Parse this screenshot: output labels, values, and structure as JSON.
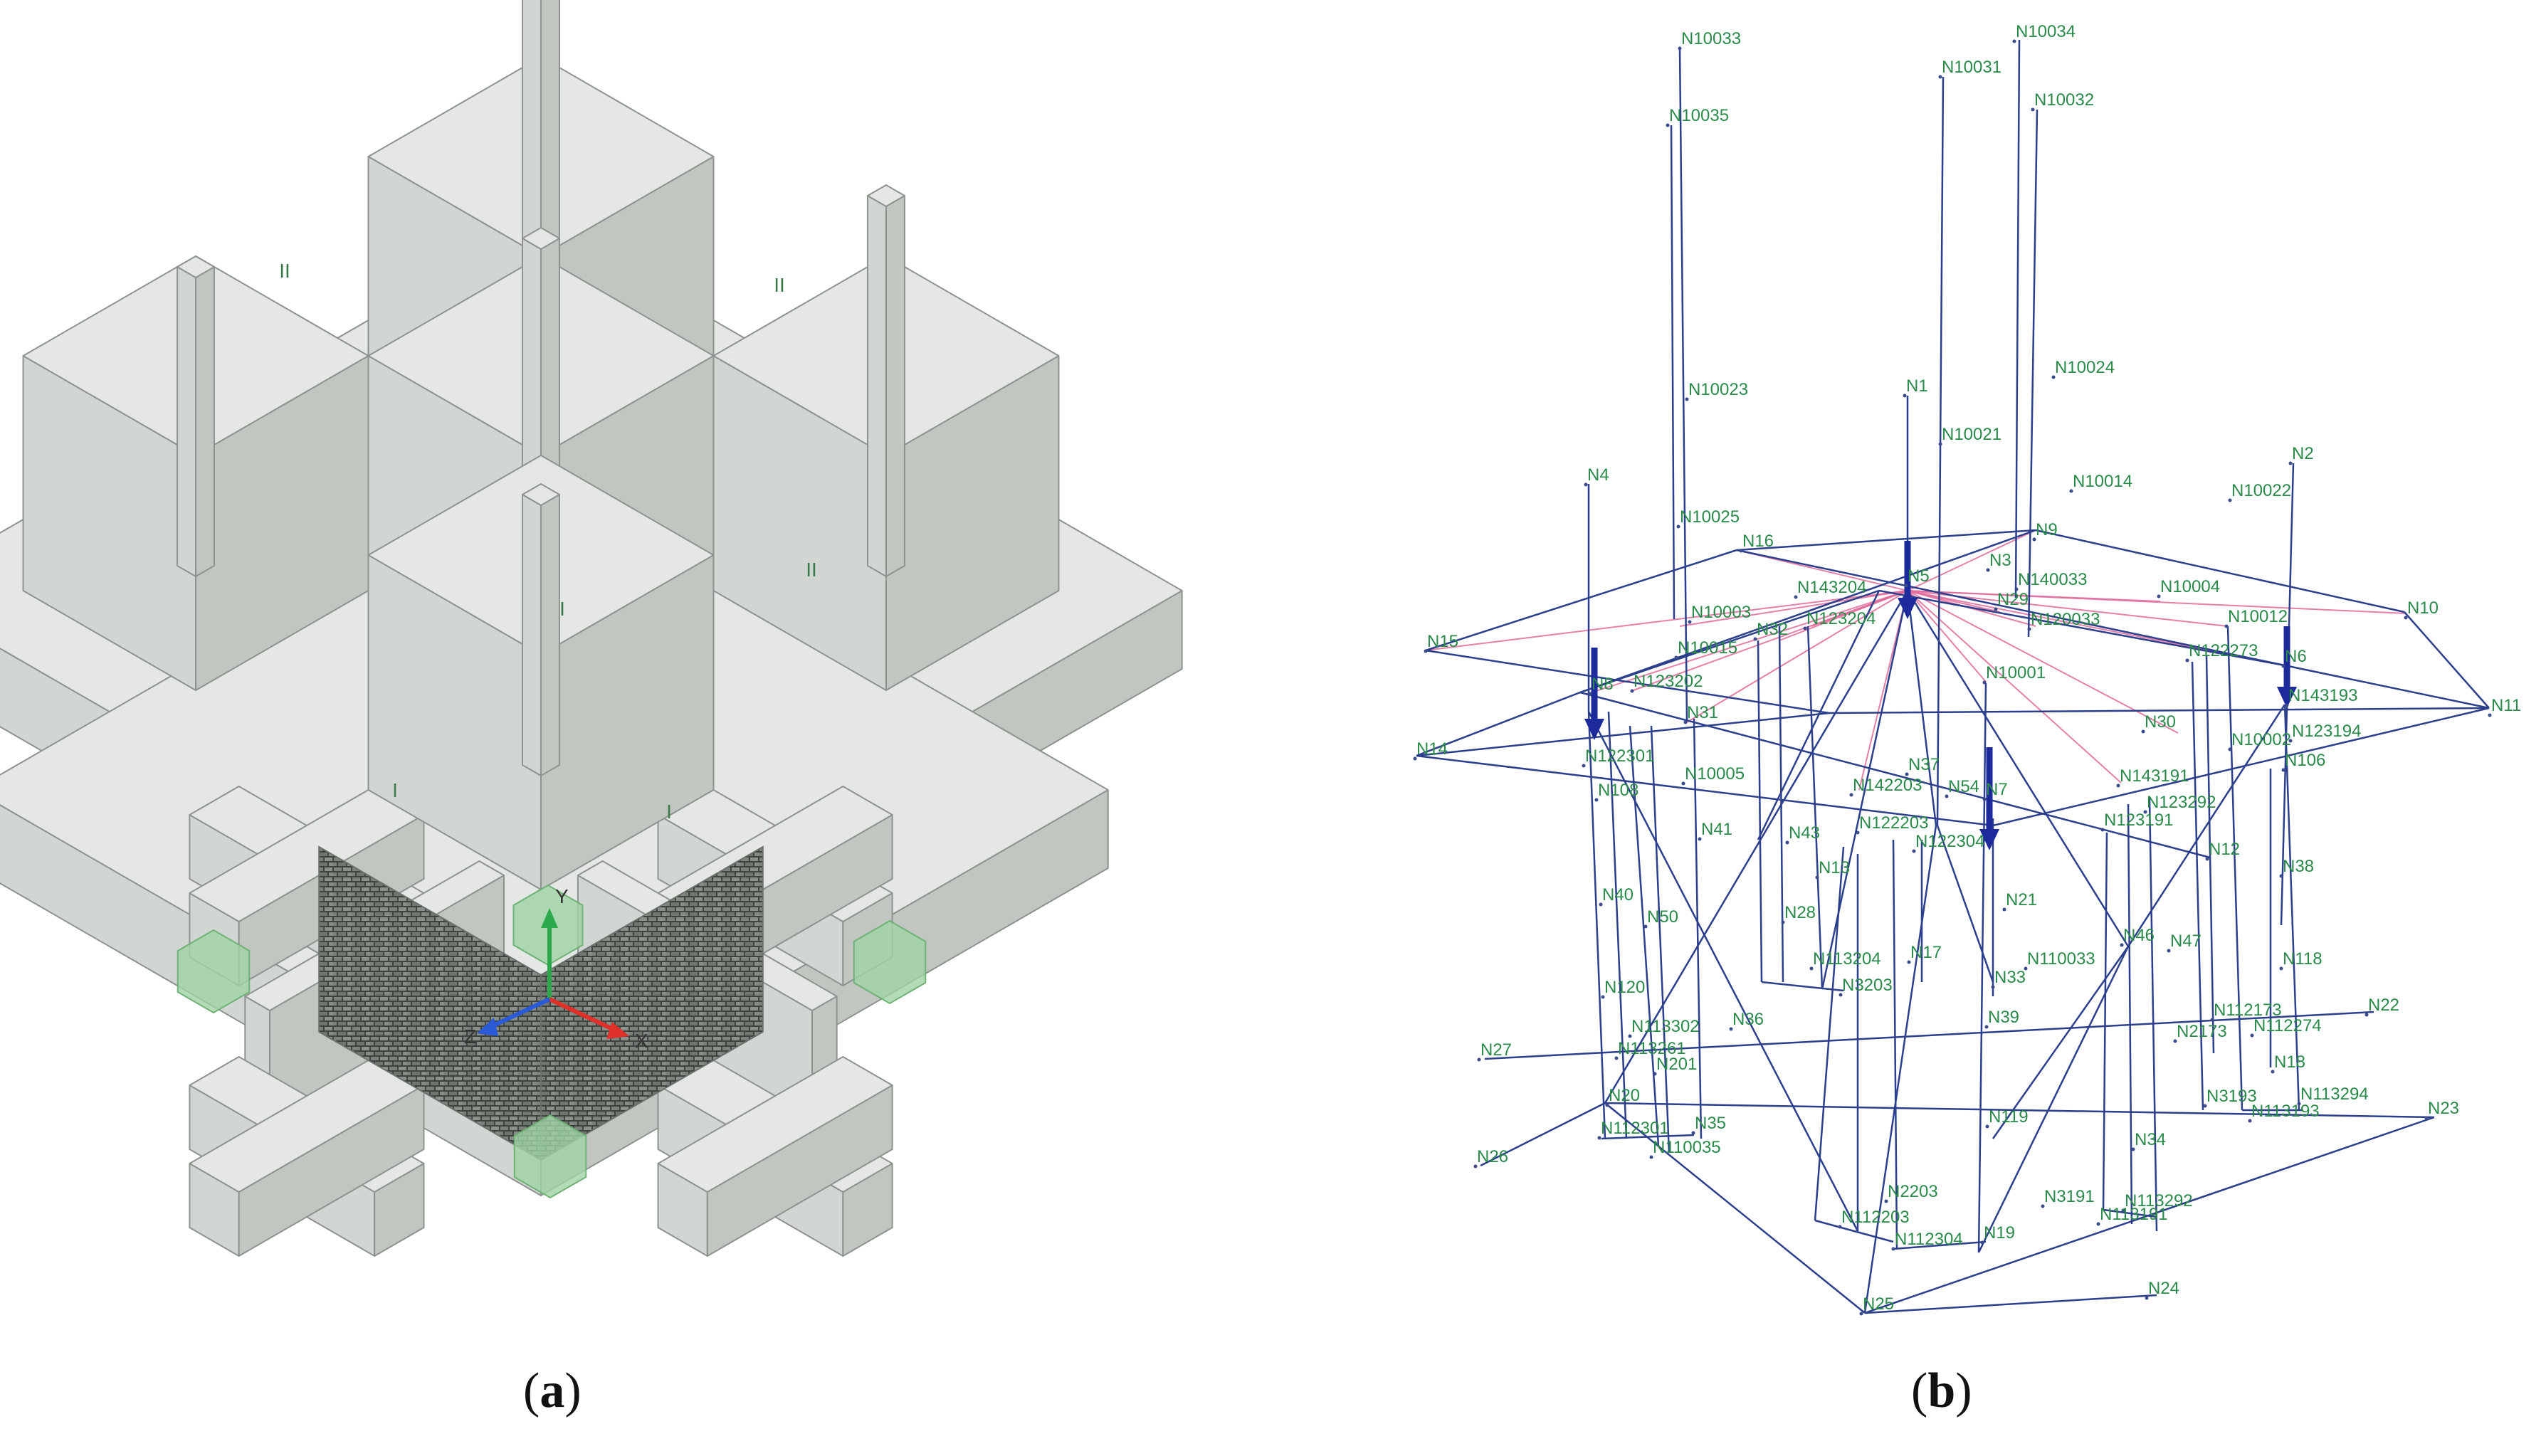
{
  "panels": [
    {
      "id": "a",
      "caption_letter": "a"
    },
    {
      "id": "b",
      "caption_letter": "b"
    }
  ],
  "panel_a": {
    "block_markers": [
      "II",
      "II",
      "II",
      "I",
      "I",
      "I"
    ],
    "axis_labels": {
      "y": "Y",
      "z": "Z",
      "x": "X"
    },
    "colors": {
      "block_face_top": "#e4e7e4",
      "block_face_left": "#d2d6d2",
      "block_face_right": "#c1c6c1",
      "joint": "#9fd3a4",
      "masonry": "#505450",
      "axis_x": "#e0302a",
      "axis_y": "#2aa84a",
      "axis_z": "#2a5ad8"
    }
  },
  "panel_b": {
    "colors": {
      "member": "#2c3f8c",
      "tie": "#e06a9a",
      "label": "#2a8a4a",
      "load": "#1c2a9c"
    },
    "nodes": [
      {
        "label": "N10033"
      },
      {
        "label": "N10034"
      },
      {
        "label": "N10031"
      },
      {
        "label": "N10035"
      },
      {
        "label": "N10032"
      },
      {
        "label": "N10023"
      },
      {
        "label": "N1"
      },
      {
        "label": "N10024"
      },
      {
        "label": "N10021"
      },
      {
        "label": "N4"
      },
      {
        "label": "N2"
      },
      {
        "label": "N10014"
      },
      {
        "label": "N10022"
      },
      {
        "label": "N10025"
      },
      {
        "label": "N16"
      },
      {
        "label": "N9"
      },
      {
        "label": "N3"
      },
      {
        "label": "N143204"
      },
      {
        "label": "N5"
      },
      {
        "label": "N140033"
      },
      {
        "label": "N10004"
      },
      {
        "label": "N10003"
      },
      {
        "label": "N123204"
      },
      {
        "label": "N29"
      },
      {
        "label": "N120033"
      },
      {
        "label": "N10"
      },
      {
        "label": "N10012"
      },
      {
        "label": "N15"
      },
      {
        "label": "N32"
      },
      {
        "label": "N122273"
      },
      {
        "label": "N6"
      },
      {
        "label": "N10015"
      },
      {
        "label": "N10001"
      },
      {
        "label": "N8"
      },
      {
        "label": "N123202"
      },
      {
        "label": "N143193"
      },
      {
        "label": "N11"
      },
      {
        "label": "N31"
      },
      {
        "label": "N30"
      },
      {
        "label": "N123194"
      },
      {
        "label": "N14"
      },
      {
        "label": "N122301"
      },
      {
        "label": "N10002"
      },
      {
        "label": "N106"
      },
      {
        "label": "N37"
      },
      {
        "label": "N10005"
      },
      {
        "label": "N143191"
      },
      {
        "label": "N142203"
      },
      {
        "label": "N7"
      },
      {
        "label": "N54"
      },
      {
        "label": "N108"
      },
      {
        "label": "N123292"
      },
      {
        "label": "N123191"
      },
      {
        "label": "N122203"
      },
      {
        "label": "N41"
      },
      {
        "label": "N43"
      },
      {
        "label": "N122304"
      },
      {
        "label": "N12"
      },
      {
        "label": "N13"
      },
      {
        "label": "N38"
      },
      {
        "label": "N40"
      },
      {
        "label": "N28"
      },
      {
        "label": "N21"
      },
      {
        "label": "N50"
      },
      {
        "label": "N46"
      },
      {
        "label": "N47"
      },
      {
        "label": "N113204"
      },
      {
        "label": "N17"
      },
      {
        "label": "N110033"
      },
      {
        "label": "N118"
      },
      {
        "label": "N33"
      },
      {
        "label": "N3203"
      },
      {
        "label": "N120"
      },
      {
        "label": "N112173"
      },
      {
        "label": "N22"
      },
      {
        "label": "N36"
      },
      {
        "label": "N39"
      },
      {
        "label": "N113302"
      },
      {
        "label": "N112274"
      },
      {
        "label": "N2173"
      },
      {
        "label": "N113261"
      },
      {
        "label": "N27"
      },
      {
        "label": "N201"
      },
      {
        "label": "N18"
      },
      {
        "label": "N20"
      },
      {
        "label": "N3193"
      },
      {
        "label": "N113294"
      },
      {
        "label": "N113193"
      },
      {
        "label": "N23"
      },
      {
        "label": "N112301"
      },
      {
        "label": "N35"
      },
      {
        "label": "N119"
      },
      {
        "label": "N110035"
      },
      {
        "label": "N26"
      },
      {
        "label": "N34"
      },
      {
        "label": "N2203"
      },
      {
        "label": "N113292"
      },
      {
        "label": "N3191"
      },
      {
        "label": "N112203"
      },
      {
        "label": "N113191"
      },
      {
        "label": "N19"
      },
      {
        "label": "N112304"
      },
      {
        "label": "N24"
      },
      {
        "label": "N25"
      }
    ]
  }
}
